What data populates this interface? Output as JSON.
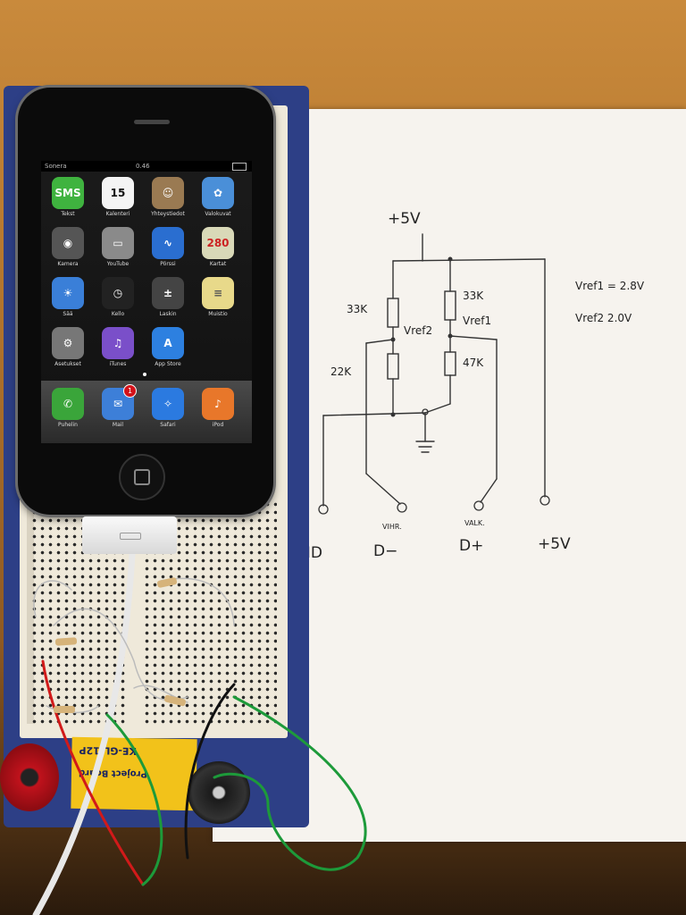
{
  "phone": {
    "status": {
      "carrier": "Sonera",
      "time": "0.46"
    },
    "apps": [
      {
        "label": "Tekst",
        "glyph": "SMS",
        "color": "#3fb33f"
      },
      {
        "label": "Kalenteri",
        "glyph": "15",
        "color": "#f4f4f4",
        "text_color": "#111"
      },
      {
        "label": "Yhteystiedot",
        "glyph": "☺",
        "color": "#9a7a52"
      },
      {
        "label": "Valokuvat",
        "glyph": "✿",
        "color": "#4a8fd8"
      },
      {
        "label": "Kamera",
        "glyph": "◉",
        "color": "#555"
      },
      {
        "label": "YouTube",
        "glyph": "▭",
        "color": "#8a8a8a"
      },
      {
        "label": "Pörssi",
        "glyph": "∿",
        "color": "#2a6ed0"
      },
      {
        "label": "Kartat",
        "glyph": "280",
        "color": "#d9d9b8",
        "text_color": "#c22"
      },
      {
        "label": "Sää",
        "glyph": "☀",
        "color": "#3a7fd8"
      },
      {
        "label": "Kello",
        "glyph": "◷",
        "color": "#222"
      },
      {
        "label": "Laskin",
        "glyph": "±",
        "color": "#444"
      },
      {
        "label": "Muistio",
        "glyph": "≡",
        "color": "#e8d98a",
        "text_color": "#555"
      },
      {
        "label": "Asetukset",
        "glyph": "⚙",
        "color": "#777"
      },
      {
        "label": "iTunes",
        "glyph": "♫",
        "color": "#7a4fc9"
      },
      {
        "label": "App Store",
        "glyph": "A",
        "color": "#2d80e0"
      }
    ],
    "dock": [
      {
        "label": "Puhelin",
        "glyph": "✆",
        "color": "#3aa53a"
      },
      {
        "label": "Mail",
        "glyph": "✉",
        "color": "#3d7fd8"
      },
      {
        "label": "Safari",
        "glyph": "✧",
        "color": "#2b7ae0"
      },
      {
        "label": "iPod",
        "glyph": "♪",
        "color": "#e8772a"
      }
    ],
    "mail_badge": "1"
  },
  "board_label": {
    "line1": "KE-GL-12P",
    "line2": "Project Board"
  },
  "schematic": {
    "supply": "+5V",
    "resistors": {
      "r1": "33K",
      "r2": "22K",
      "r3": "33K",
      "r4": "47K"
    },
    "node_labels": {
      "vref2": "Vref2",
      "vref1": "Vref1"
    },
    "notes": [
      "Vref1 = 2.8V",
      "Vref2  2.0V"
    ],
    "wire_labels": [
      "VIHR.",
      "VALK."
    ],
    "terminals": [
      "GND",
      "D−",
      "D+",
      "+5V"
    ]
  },
  "colors": {
    "paper": "#f6f3ee",
    "board_frame": "#2d3f86",
    "desk": "#b5772e"
  }
}
